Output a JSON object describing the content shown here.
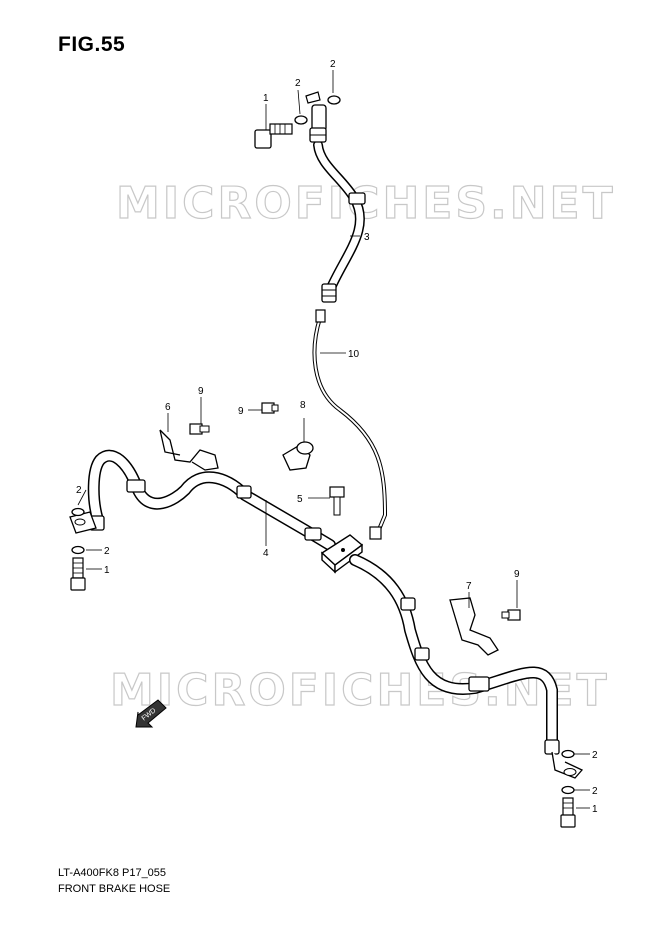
{
  "figure_title": "FIG.55",
  "watermark": "MICROFICHES.NET",
  "footer": {
    "model_code": "LT-A400FK8 P17_055",
    "section_name": "FRONT BRAKE  HOSE"
  },
  "callouts": [
    "1",
    "2",
    "2",
    "3",
    "10",
    "9",
    "6",
    "9",
    "8",
    "5",
    "2",
    "2",
    "1",
    "4",
    "7",
    "9",
    "2",
    "2",
    "1"
  ],
  "arrow_label": "FWD"
}
